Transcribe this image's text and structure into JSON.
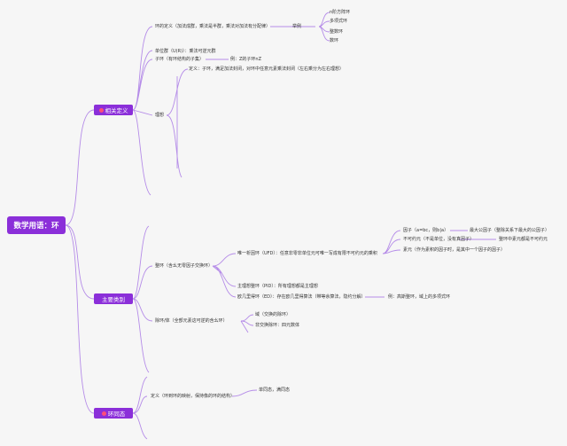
{
  "colors": {
    "accent": "#8b2fd9",
    "link": "#b58ce8",
    "background": "#f6f6f6"
  },
  "root": "数学用语：环",
  "branches": [
    {
      "label": "相关定义",
      "icon": "red-flower-icon",
      "children": {
        "definition": "环的定义（加法成群，乘法是半群，乘法对加法有分配律）",
        "examples_label": "举例",
        "examples": [
          "n阶方阵环",
          "多项式环",
          "整数环",
          "数环"
        ],
        "unit_group": "单位群（U(R)）：乘法可逆元群",
        "subring": "子环（有环结构的子集）",
        "subring_example": "例：Z的子环nZ",
        "ideal_label": "理想",
        "ideal_definition": "定义：子环，满足加法封闭，对环中任意元素乘法封闭（左右乘分为左右理想）"
      }
    },
    {
      "label": "主要类别",
      "children": {
        "integral_domain": "整环（含幺无零因子交换环）",
        "ufd": "唯一析因环（UFD）：任意非零非单位元可唯一写成有限不可约元的乘积",
        "factor": "因子（a=bc，则b|a）",
        "gcd": "最大公因子（整除关系下最大的公因子）",
        "irreducible": "不可约元（不是单位，没有真因子）",
        "irreducible_note": "整环中素元都是不可约元",
        "prime": "素元（作为素积的因子时，是其中一个因子的因子）",
        "pid": "主理想整环（PID）：所有理想都是主理想",
        "ed": "欧几里得环（ED）：存在欧几里得算法（带等余算法，隐约分解）",
        "ed_example": "例：高斯整环，域上的多项式环",
        "division_ring": "除环/体（全部元素这可逆的含幺环）",
        "field": "域（交换的除环）",
        "noncommutative": "非交换除环：四元数体"
      }
    },
    {
      "label": "环同态",
      "icon": "red-flower-icon",
      "children": {
        "definition": "定义（环到环的映射，保持像的环的结构）",
        "types": "单同态，满同态"
      }
    }
  ]
}
